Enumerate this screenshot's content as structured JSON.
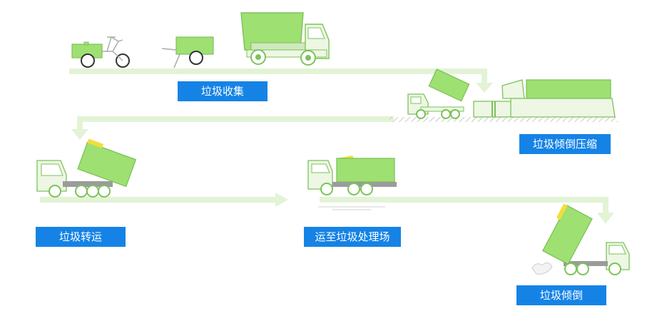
{
  "colors": {
    "accent": "#1583e6",
    "arrow": "#e3f3d6",
    "body_green": "#9fe072",
    "cab_fill": "#edf7e4",
    "outline": "#7dc25a",
    "yellow": "#f4dd3a",
    "label_text": "#ffffff"
  },
  "steps": [
    {
      "label": "垃圾收集"
    },
    {
      "label": "垃圾倾倒压缩"
    },
    {
      "label": "垃圾转运"
    },
    {
      "label": "运至垃圾处理场"
    },
    {
      "label": "垃圾倾倒"
    }
  ],
  "icons": [
    "tricycle-cart-icon",
    "hand-cart-icon",
    "dump-truck-icon",
    "tipping-truck-icon",
    "compactor-station-icon",
    "hooklift-truck-loading-icon",
    "container-truck-icon",
    "dumping-truck-icon"
  ]
}
